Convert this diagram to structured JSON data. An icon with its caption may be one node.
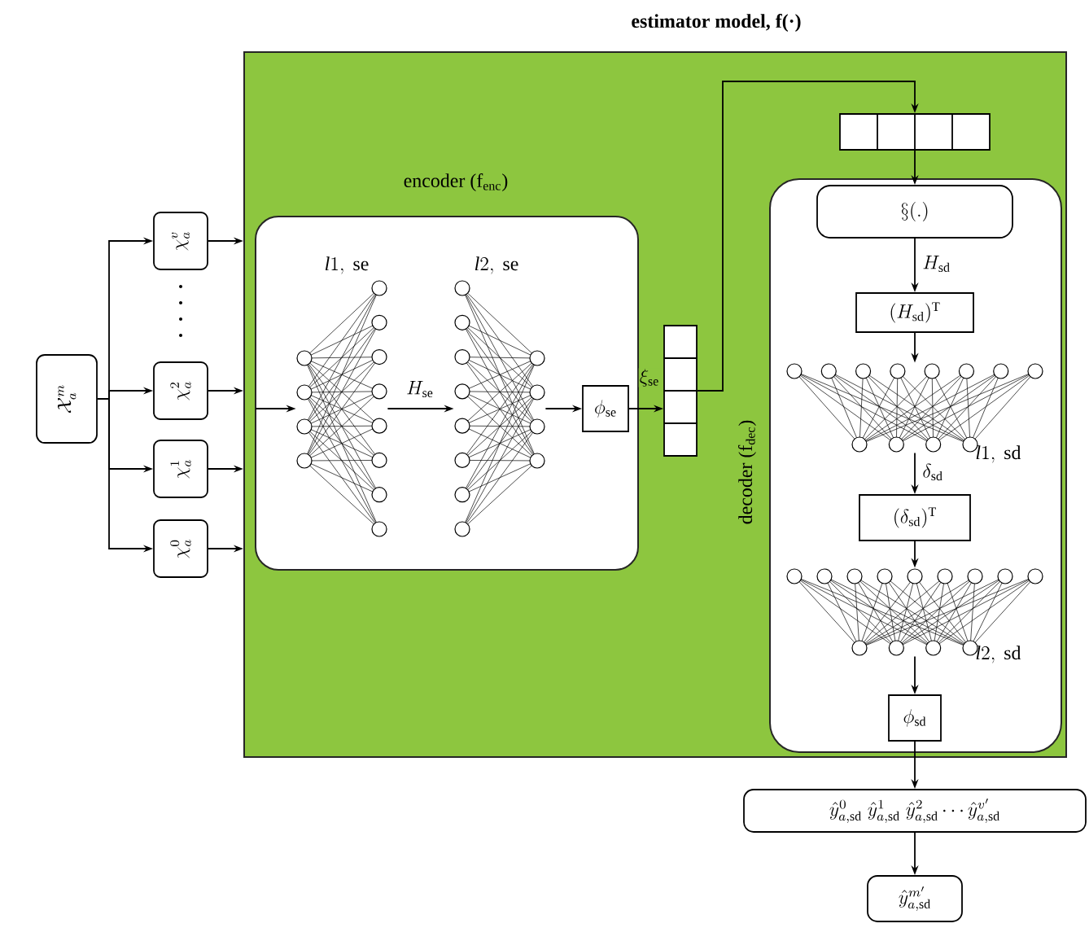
{
  "diagram": {
    "nodes": [
      {
        "text": [
          "estimator model, f(·)"
        ]
      },
      {
        "text": [
          "encoder (f$_{enc}$)"
        ],
        "in": 0
      },
      {
        "text": [
          "decoder (f$_{dec}$)"
        ],
        "in": 0
      },
      {
        "text": [
          "\\mathcal{X}^{m}_{a}"
        ]
      },
      {
        "text": [
          "\\chi^{v}_{a}"
        ]
      },
      {
        "text": [
          "\\chi^{2}_{a}"
        ]
      },
      {
        "text": [
          "\\chi^{1}_{a}"
        ]
      },
      {
        "text": [
          "\\chi^{0}_{a}"
        ]
      },
      {
        "text": [
          "\\mathit{l}1,\\ \\mathrm{se}"
        ],
        "in": 1
      },
      {
        "text": [
          "\\mathit{l}2,\\ \\mathrm{se}"
        ],
        "in": 1
      },
      {
        "text": [
          "\\phi_{\\mathrm{se}}"
        ],
        "in": 1
      },
      {
        "text": [],
        "shape": "box",
        "in": 0
      },
      {
        "text": [],
        "shape": "box",
        "in": 0
      },
      {
        "text": [
          "\\S(.)"
        ],
        "in": 2
      },
      {
        "text": [
          "(H_{\\mathrm{sd}})^{\\mathrm{T}}"
        ],
        "in": 2
      },
      {
        "text": [
          "\\mathit{l}1,\\ \\mathrm{sd}"
        ],
        "in": 2
      },
      {
        "text": [
          "(\\delta_{\\mathrm{sd}})^{\\mathrm{T}}"
        ],
        "in": 2
      },
      {
        "text": [
          "\\mathit{l}2,\\ \\mathrm{sd}"
        ],
        "in": 2
      },
      {
        "text": [
          "\\phi_{\\mathrm{sd}}"
        ],
        "in": 2
      },
      {
        "text": [
          "\\hat{y}^{0}_{a,\\mathrm{sd}}\\;\\hat{y}^{1}_{a,\\mathrm{sd}}\\;\\hat{y}^{2}_{a,\\mathrm{sd}}\\cdots\\hat{y}^{v'}_{a,\\mathrm{sd}}"
        ]
      },
      {
        "text": [
          "\\hat{y}^{m'}_{a,\\mathrm{sd}}"
        ]
      }
    ],
    "edges": [
      {
        "from": 3,
        "to": 4,
        "arrow": "to"
      },
      {
        "from": 3,
        "to": 5,
        "arrow": "to"
      },
      {
        "from": 3,
        "to": 6,
        "arrow": "to"
      },
      {
        "from": 3,
        "to": 7,
        "arrow": "to"
      },
      {
        "from": 4,
        "to": 0,
        "arrow": "to"
      },
      {
        "from": 5,
        "to": 0,
        "arrow": "to"
      },
      {
        "from": 6,
        "to": 0,
        "arrow": "to"
      },
      {
        "from": 7,
        "to": 0,
        "arrow": "to"
      },
      {
        "from": null,
        "to": 8,
        "arrow": "to"
      },
      {
        "from": 8,
        "to": 9,
        "arrow": "to",
        "label": "H_{\\mathrm{se}}"
      },
      {
        "from": 9,
        "to": 10,
        "arrow": "to"
      },
      {
        "from": 10,
        "to": 11,
        "arrow": "to",
        "label": "\\xi_{\\mathrm{se}}"
      },
      {
        "from": 11,
        "to": 12,
        "arrow": "to"
      },
      {
        "from": 12,
        "to": 13,
        "arrow": "to"
      },
      {
        "from": 13,
        "to": 14,
        "arrow": "to",
        "label": "H_{\\mathrm{sd}}"
      },
      {
        "from": 14,
        "to": 15,
        "arrow": "to"
      },
      {
        "from": 15,
        "to": 16,
        "arrow": "to",
        "label": "\\delta_{\\mathrm{sd}}"
      },
      {
        "from": 16,
        "to": 17,
        "arrow": "to"
      },
      {
        "from": 17,
        "to": 18,
        "arrow": "to"
      },
      {
        "from": 18,
        "to": 19,
        "arrow": "to"
      },
      {
        "from": 19,
        "to": 20,
        "arrow": "to"
      }
    ]
  }
}
